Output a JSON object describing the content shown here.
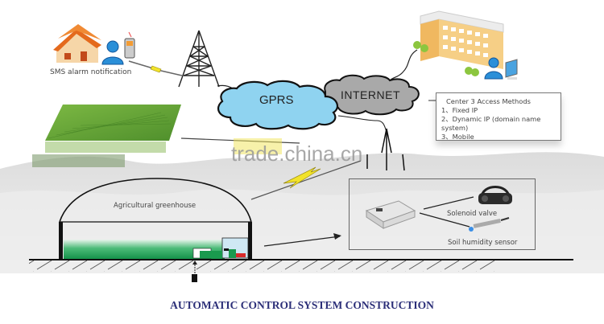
{
  "diagram": {
    "title": "AUTOMATIC CONTROL SYSTEM CONSTRUCTION",
    "sms": {
      "label": "SMS alarm notification"
    },
    "network": {
      "gprs_label": "GPRS",
      "internet_label": "INTERNET"
    },
    "center": {
      "title": "Center 3 Access Methods",
      "methods": [
        "1、Fixed IP",
        "2、Dynamic IP (domain name system)",
        "3、Mobile"
      ]
    },
    "greenhouse": {
      "label": "Agricultural greenhouse"
    },
    "devices": {
      "solenoid_label": "Solenoid valve",
      "soil_sensor_label": "Soil humidity sensor"
    },
    "watermark": "trade.china.cn",
    "colors": {
      "cloud_gprs": "#8fd3f0",
      "cloud_internet": "#a9a9a9",
      "field_green": "#6aa83a",
      "greenhouse_green": "#1a9a4e",
      "lightning": "#f2e32a",
      "caption": "#2b2e78",
      "building": "#f4c77a"
    }
  }
}
